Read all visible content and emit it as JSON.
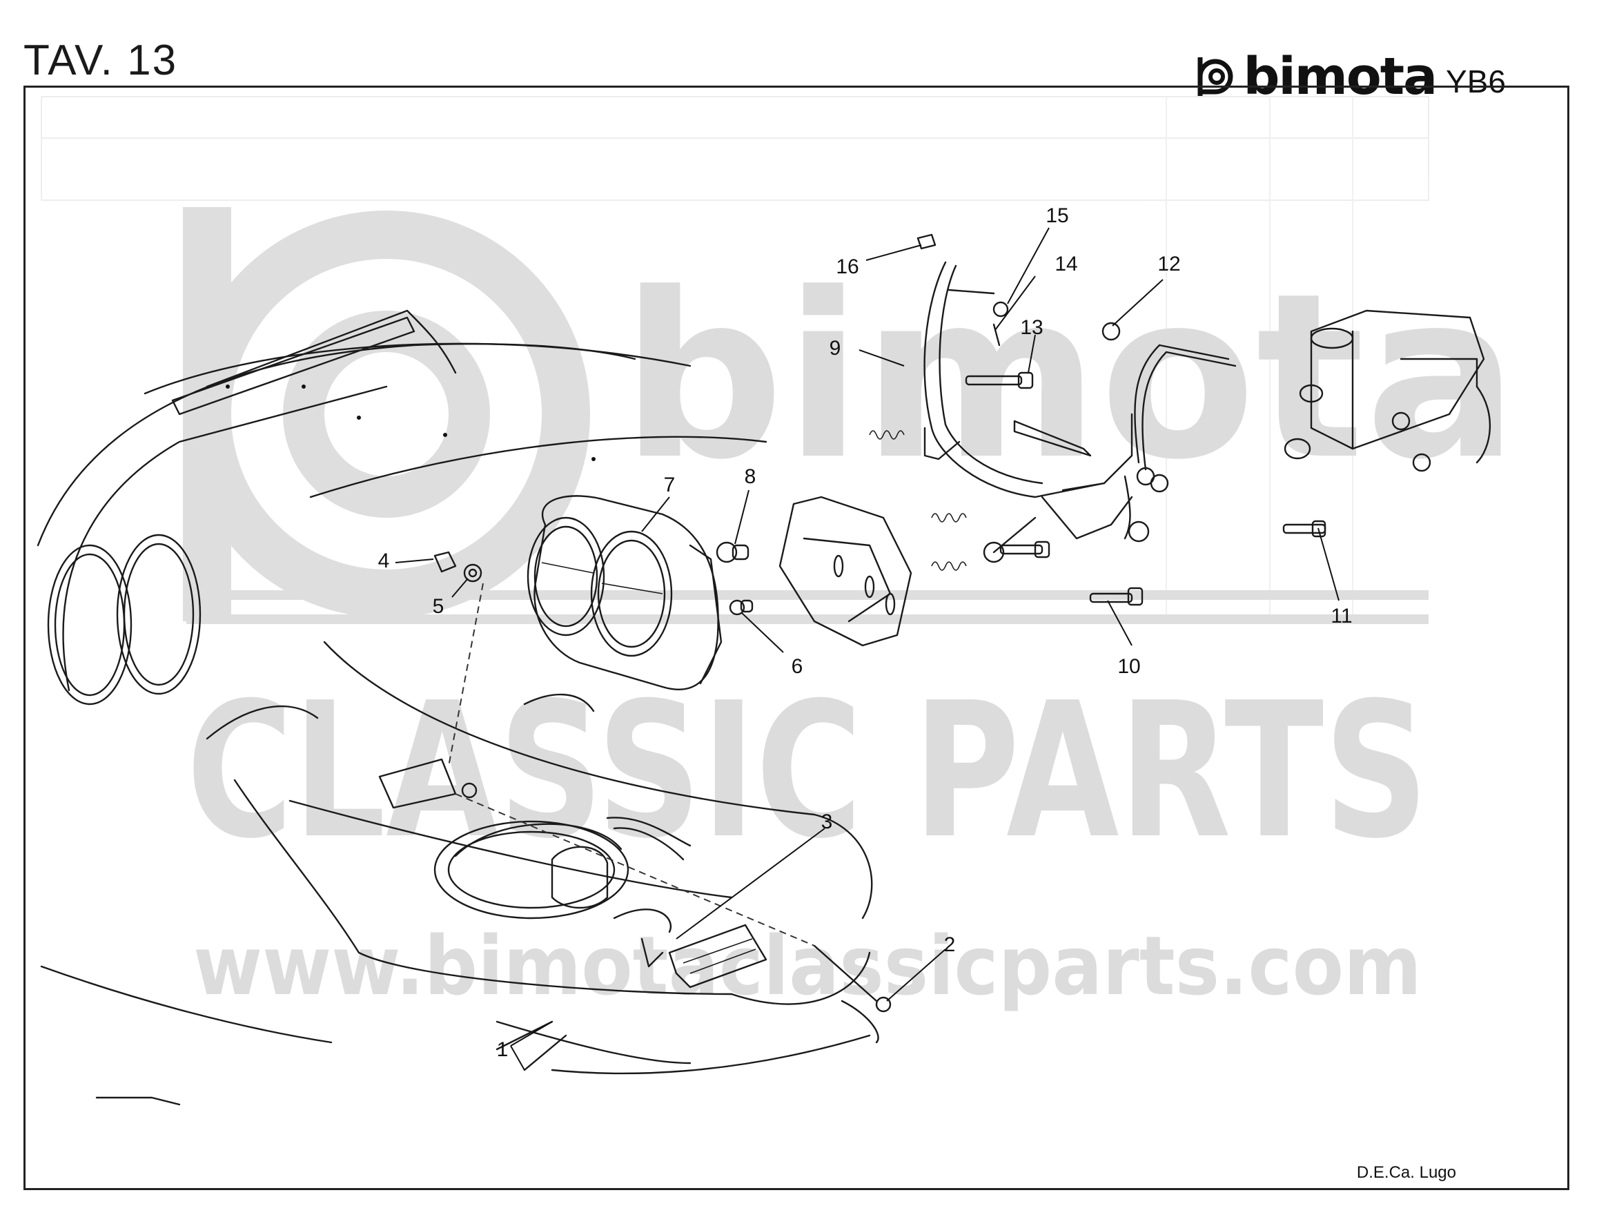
{
  "header": {
    "plate": "TAV. 13",
    "brand": "bimota",
    "model": "YB6"
  },
  "watermark": {
    "line1": "bimota",
    "line2": "CLASSIC PARTS",
    "line3": "www.bimotaclassicparts.com"
  },
  "callouts": [
    "1",
    "2",
    "3",
    "4",
    "5",
    "6",
    "7",
    "8",
    "9",
    "10",
    "11",
    "12",
    "13",
    "14",
    "15",
    "16"
  ],
  "footer": {
    "credit": "D.E.Ca. Lugo"
  }
}
